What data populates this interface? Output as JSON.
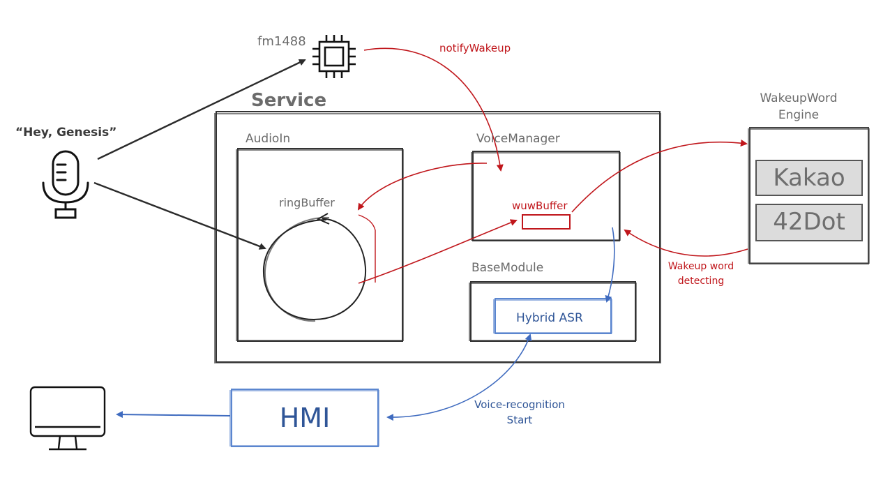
{
  "quote": "“Hey, Genesis”",
  "chip": {
    "label": "fm1488"
  },
  "service": {
    "title": "Service"
  },
  "audio_in": {
    "title": "AudioIn",
    "ring_buffer": "ringBuffer"
  },
  "voice_manager": {
    "title": "VoiceManager",
    "wuw_buffer": "wuwBuffer"
  },
  "base_module": {
    "title": "BaseModule",
    "hybrid_asr": "Hybrid ASR"
  },
  "engine": {
    "title_line1": "WakeupWord",
    "title_line2": "Engine",
    "items": [
      "Kakao",
      "42Dot"
    ]
  },
  "hmi": {
    "label": "HMI"
  },
  "annotations": {
    "notify_wakeup": "notifyWakeup",
    "wakeup_detect_line1": "Wakeup word",
    "wakeup_detect_line2": "detecting",
    "voice_rec_line1": "Voice-recognition",
    "voice_rec_line2": "Start"
  },
  "colors": {
    "red": "#c0161b",
    "blue": "#2f5597",
    "line": "#2b2b2b",
    "gray_text": "#6b6b6b"
  }
}
